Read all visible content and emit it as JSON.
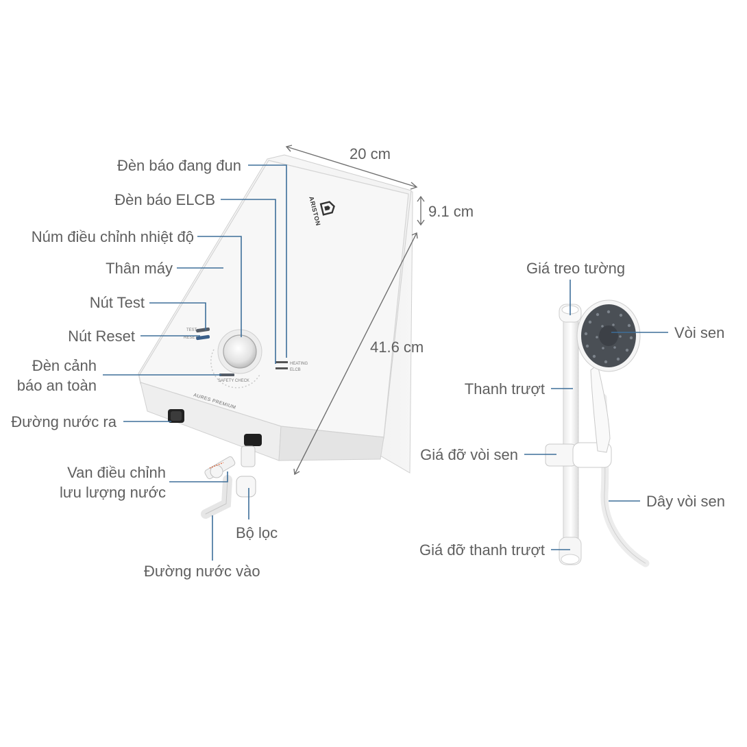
{
  "labels": {
    "heating_light": "Đèn báo đang đun",
    "elcb_light": "Đèn báo ELCB",
    "temp_knob": "Núm điều chỉnh nhiệt độ",
    "body": "Thân máy",
    "test_button": "Nút Test",
    "reset_button": "Nút Reset",
    "safety_light_line1": "Đèn cảnh",
    "safety_light_line2": "báo an toàn",
    "water_outlet": "Đường nước ra",
    "flow_valve_line1": "Van điều chỉnh",
    "flow_valve_line2": "lưu lượng nước",
    "filter": "Bộ lọc",
    "water_inlet": "Đường nước vào",
    "wall_bracket": "Giá treo tường",
    "shower_head": "Vòi sen",
    "slide_bar": "Thanh trượt",
    "head_holder": "Giá đỡ vòi sen",
    "shower_hose": "Dây vòi sen",
    "bar_bracket": "Giá đỡ thanh trượt"
  },
  "dimensions": {
    "width": "20 cm",
    "depth": "9.1 cm",
    "height": "41.6 cm"
  },
  "product": {
    "brand": "ARISTON",
    "model": "AURES PREMIUM",
    "panel_test": "TEST",
    "panel_reset": "RESET",
    "panel_heating": "HEATING",
    "panel_elcb": "ELCB",
    "panel_safety": "SAFETY CHECK"
  },
  "colors": {
    "leader": "#3d6e99",
    "label_text": "#5f5f5f",
    "shower_head_face": "#4a4f55"
  }
}
